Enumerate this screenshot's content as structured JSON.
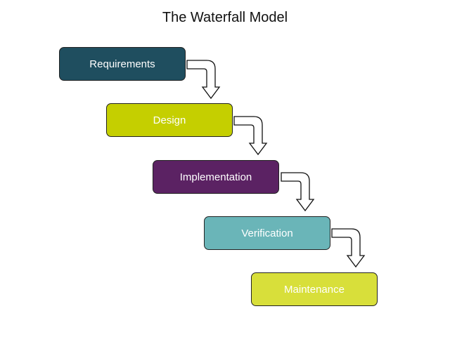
{
  "title": "The Waterfall Model",
  "steps": [
    {
      "label": "Requirements",
      "color": "#1f4e5f"
    },
    {
      "label": "Design",
      "color": "#c5cf00"
    },
    {
      "label": "Implementation",
      "color": "#5b2263"
    },
    {
      "label": "Verification",
      "color": "#6ab5b8"
    },
    {
      "label": "Maintenance",
      "color": "#d8df3a"
    }
  ],
  "arrow_color": "#ffffff",
  "arrow_outline": "#111111"
}
